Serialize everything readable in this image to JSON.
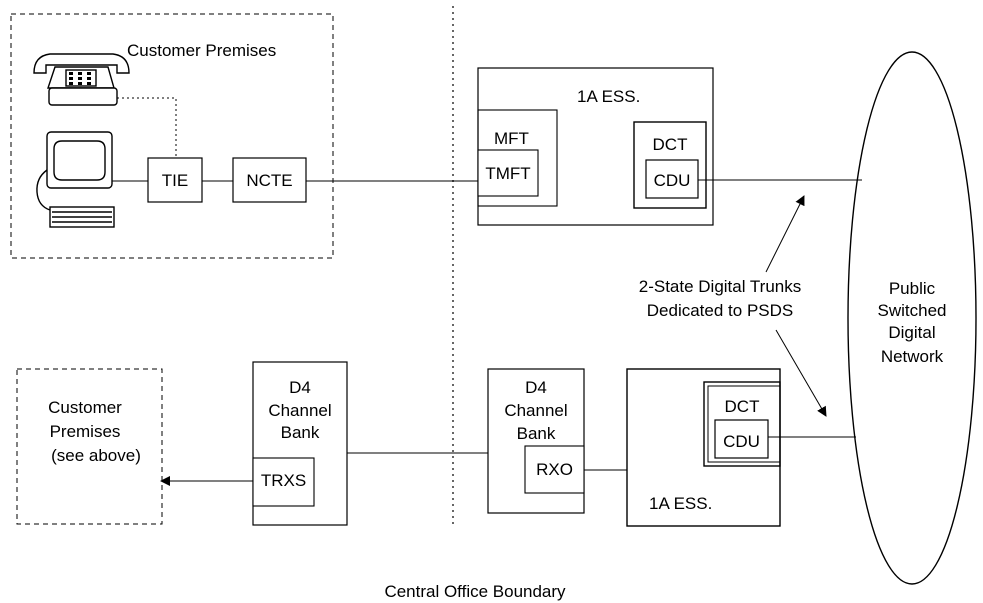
{
  "top_premises": {
    "title": "Customer Premises",
    "tie": "TIE",
    "ncte": "NCTE"
  },
  "ess_top": {
    "title": "1A ESS.",
    "mft": "MFT",
    "tmft": "TMFT",
    "dct": "DCT",
    "cdu": "CDU"
  },
  "trunks": {
    "line1": "2-State Digital Trunks",
    "line2": "Dedicated to PSDS"
  },
  "network": {
    "line1": "Public",
    "line2": "Switched",
    "line3": "Digital",
    "line4": "Network"
  },
  "bottom_premises": {
    "line1": "Customer",
    "line2": "Premises",
    "line3": "(see above)"
  },
  "channel_bank_left": {
    "line1": "D4",
    "line2": "Channel",
    "line3": "Bank",
    "trxs": "TRXS"
  },
  "channel_bank_right": {
    "line1": "D4",
    "line2": "Channel",
    "line3": "Bank",
    "rxo": "RXO"
  },
  "ess_bottom": {
    "title": "1A ESS.",
    "dct": "DCT",
    "cdu": "CDU"
  },
  "boundary_label": "Central Office Boundary"
}
